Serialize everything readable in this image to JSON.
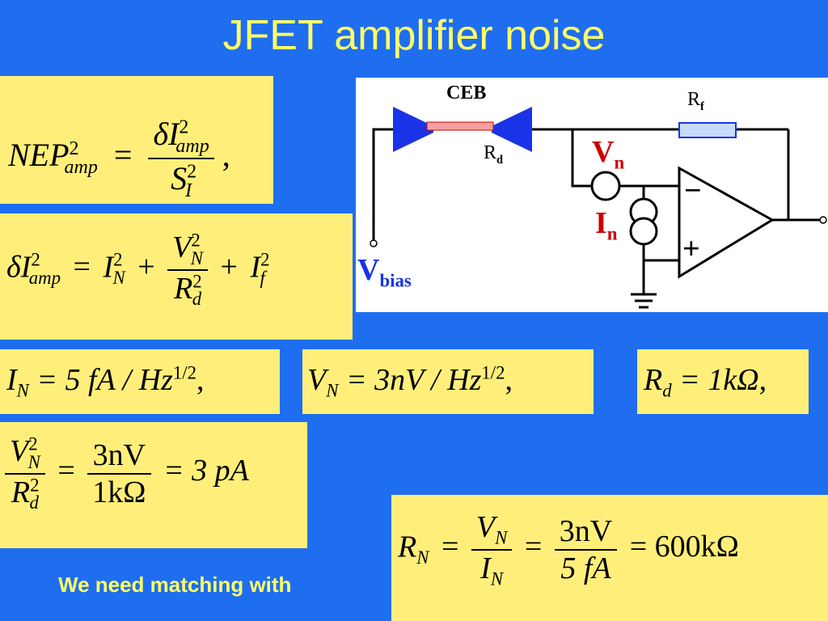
{
  "slide": {
    "title": "JFET amplifier noise",
    "footer": "We need matching with"
  },
  "equations": {
    "nep_lhs": "NEP",
    "nep_sup": "2",
    "nep_sub": "amp",
    "nep_eq": "=",
    "nep_num": "δI",
    "nep_num_sup": "2",
    "nep_num_sub": "amp",
    "nep_den": "S",
    "nep_den_sup": "2",
    "nep_den_sub": "I",
    "nep_comma": ",",
    "di_lhs": "δI",
    "di_sup": "2",
    "di_sub": "amp",
    "di_eq": "=",
    "di_in": "I",
    "di_in_sup": "2",
    "di_in_sub": "N",
    "di_plus1": "+",
    "di_vn": "V",
    "di_vn_sup": "2",
    "di_vn_sub": "N",
    "di_rd": "R",
    "di_rd_sup": "2",
    "di_rd_sub": "d",
    "di_plus2": "+",
    "di_if": "I",
    "di_if_sup": "2",
    "di_if_sub": "f",
    "in_val": "I",
    "in_val_sub": "N",
    "in_val_rhs": "= 5 fA / Hz",
    "in_val_sup": "1/2",
    "in_val_comma": ",",
    "vn_val": "V",
    "vn_val_sub": "N",
    "vn_val_rhs": "= 3nV / Hz",
    "vn_val_sup": "1/2",
    "vn_val_comma": ",",
    "rd_val": "R",
    "rd_val_sub": "d",
    "rd_val_rhs": "= 1kΩ,",
    "ratio_vn": "V",
    "ratio_vn_sup": "2",
    "ratio_vn_sub": "N",
    "ratio_rd": "R",
    "ratio_rd_sup": "2",
    "ratio_rd_sub": "d",
    "ratio_eq1": "=",
    "ratio_num": "3nV",
    "ratio_den": "1kΩ",
    "ratio_eq2": "= 3 pA",
    "rn_lhs": "R",
    "rn_lhs_sub": "N",
    "rn_eq1": "=",
    "rn_num1": "V",
    "rn_num1_sub": "N",
    "rn_den1": "I",
    "rn_den1_sub": "N",
    "rn_eq2": "=",
    "rn_num2": "3nV",
    "rn_den2": "5 fA",
    "rn_eq3": "= 600kΩ"
  },
  "circuit": {
    "label_ceb": "CEB",
    "label_rd": "R",
    "label_rd_sub": "d",
    "label_rf": "R",
    "label_rf_sub": "f",
    "label_vn": "V",
    "label_vn_sub": "n",
    "label_in": "I",
    "label_in_sub": "n",
    "label_vbias": "V",
    "label_vbias_sub": "bias",
    "label_minus": "−",
    "label_plus": "+",
    "colors": {
      "wire": "#000000",
      "antenna": "#1a33e6",
      "resistor_fill": "#f4a0a0",
      "rf_fill": "#c8dcff",
      "noise_label": "#cc0000",
      "vbias_label": "#1a33e6"
    }
  }
}
